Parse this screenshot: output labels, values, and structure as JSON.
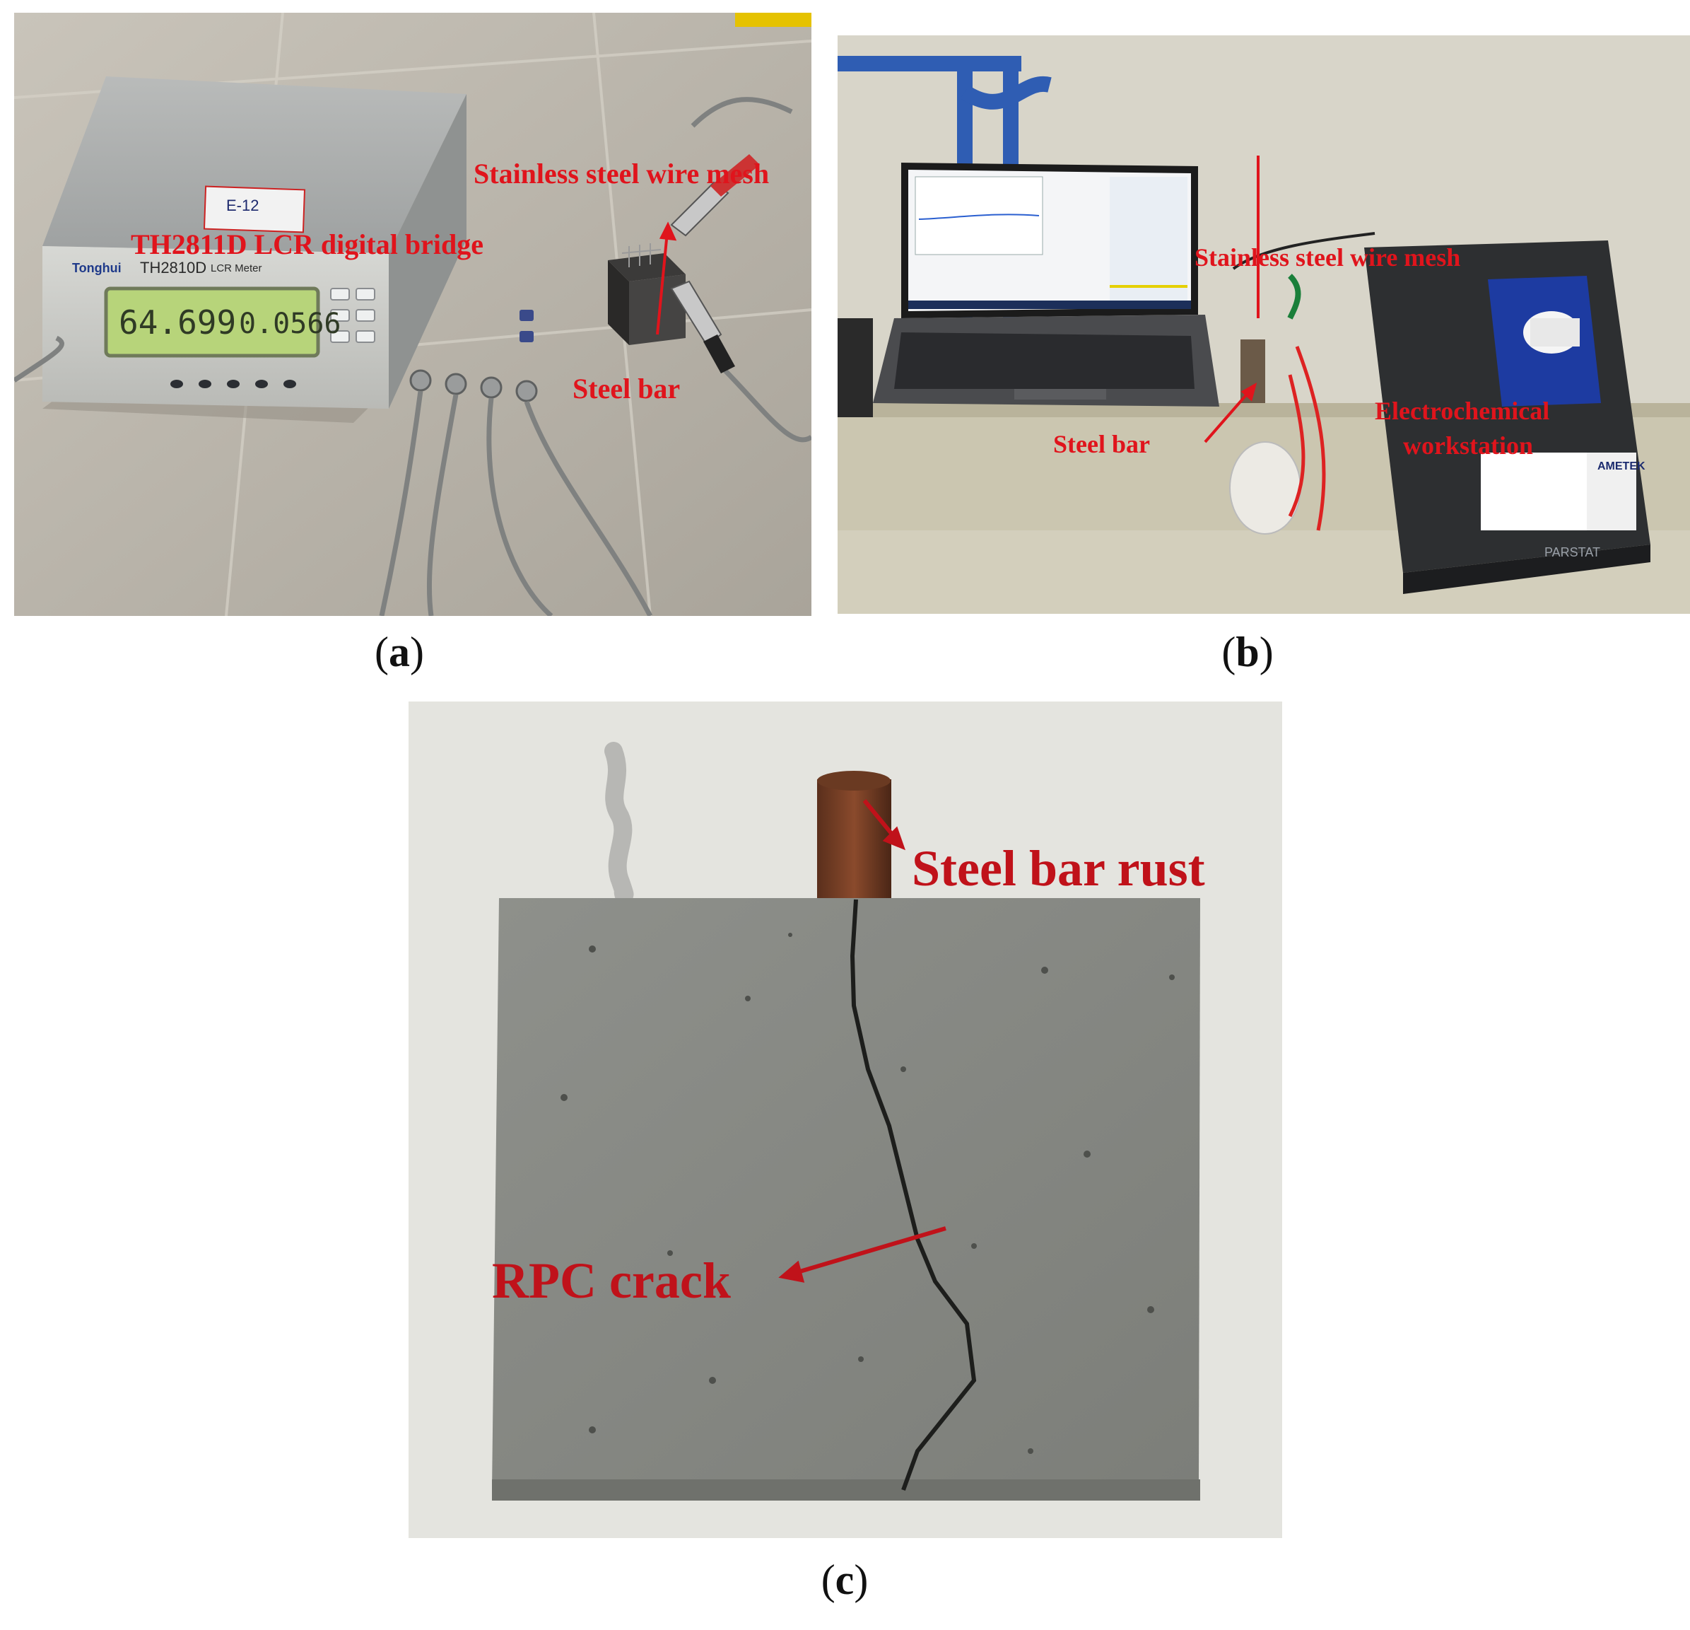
{
  "figure": {
    "panels": [
      {
        "id": "a",
        "caption_letter": "a",
        "labels": {
          "device": "TH2811D LCR digital bridge",
          "mesh": "Stainless steel wire mesh",
          "bar": "Steel bar"
        },
        "device_brand": "Tonghui",
        "device_model": "TH2810D",
        "device_subtitle": "LCR Meter",
        "display_left": "64.699",
        "display_right": "0.0566",
        "sticker_text": "E-12"
      },
      {
        "id": "b",
        "caption_letter": "b",
        "labels": {
          "mesh": "Stainless steel wire mesh",
          "bar": "Steel bar",
          "workstation_line1": "Electrochemical",
          "workstation_line2": "workstation"
        },
        "ametek_text": "AMETEK",
        "parstat_text": "PARSTAT"
      },
      {
        "id": "c",
        "caption_letter": "c",
        "labels": {
          "rust": "Steel bar rust",
          "crack": "RPC crack"
        }
      }
    ]
  },
  "colors": {
    "label_red": "#e0141c",
    "label_dark_red": "#c0121a",
    "floor_tile": "#bdb8ae",
    "concrete": "#8a8c88",
    "wall_b": "#d8d5c9",
    "wall_c": "#e4e4df"
  },
  "icons": [
    "arrow-icon"
  ]
}
